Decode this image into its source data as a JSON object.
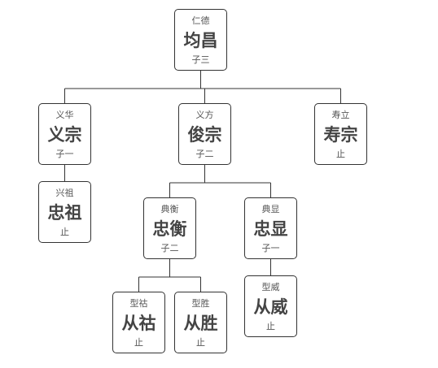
{
  "nodes": {
    "junchang": {
      "zi": "仁德",
      "name": "均昌",
      "note": "子三"
    },
    "yizong": {
      "zi": "义华",
      "name": "义宗",
      "note": "子一"
    },
    "junzong": {
      "zi": "义方",
      "name": "俊宗",
      "note": "子二"
    },
    "shouzong": {
      "zi": "寿立",
      "name": "寿宗",
      "note": "止"
    },
    "zhongzu": {
      "zi": "兴祖",
      "name": "忠祖",
      "note": "止"
    },
    "zhongheng": {
      "zi": "典衡",
      "name": "忠衡",
      "note": "子二"
    },
    "zhongxian": {
      "zi": "典显",
      "name": "忠显",
      "note": "子一"
    },
    "conghu": {
      "zi": "型祜",
      "name": "从祜",
      "note": "止"
    },
    "congsheng": {
      "zi": "型胜",
      "name": "从胜",
      "note": "止"
    },
    "congwei": {
      "zi": "型威",
      "name": "从威",
      "note": "止"
    }
  },
  "edges": [
    [
      "junchang",
      "yizong"
    ],
    [
      "junchang",
      "junzong"
    ],
    [
      "junchang",
      "shouzong"
    ],
    [
      "yizong",
      "zhongzu"
    ],
    [
      "junzong",
      "zhongheng"
    ],
    [
      "junzong",
      "zhongxian"
    ],
    [
      "zhongheng",
      "conghu"
    ],
    [
      "zhongheng",
      "congsheng"
    ],
    [
      "zhongxian",
      "congwei"
    ]
  ]
}
